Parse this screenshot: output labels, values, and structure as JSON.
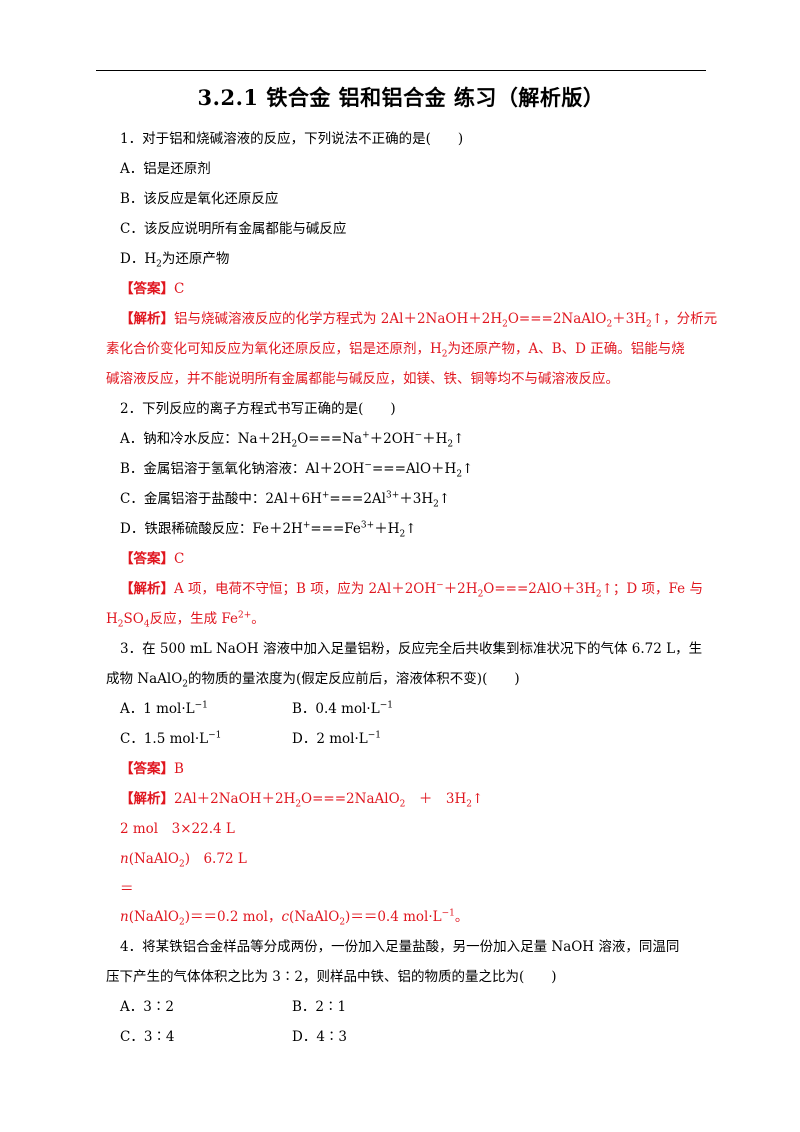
{
  "title": "3.2.1    铁合金   铝和铝合金   练习（解析版）",
  "q1": {
    "stem": "1．对于铝和烧碱溶液的反应，下列说法不正确的是(　　)",
    "a": "A．铝是还原剂",
    "b": "B．该反应是氧化还原反应",
    "c": "C．该反应说明所有金属都能与碱反应",
    "d_pre": "D．H",
    "d_sub": "2",
    "d_post": "为还原产物",
    "answer_label": "【答案】",
    "answer": "C",
    "exp_label": "【解析】",
    "exp_1a": "铝与烧碱溶液反应的化学方程式为 2Al＋2NaOH＋2H",
    "exp_1b": "O===2NaAlO",
    "exp_1c": "＋3H",
    "exp_1d": "↑，分析元",
    "exp_2a": "素化合价变化可知反应为氧化还原反应，铝是还原剂，H",
    "exp_2b": "为还原产物，A、B、D 正确。铝能与烧",
    "exp_3": "碱溶液反应，并不能说明所有金属都能与碱反应，如镁、铁、铜等均不与碱溶液反应。"
  },
  "q2": {
    "stem": "2．下列反应的离子方程式书写正确的是(　　)",
    "a1": "A．钠和冷水反应：Na＋2H",
    "a2": "O===Na",
    "a3": "＋2OH",
    "a4": "＋H",
    "a5": "↑",
    "b1": "B．金属铝溶于氢氧化钠溶液：Al＋2OH",
    "b2": "===AlO＋H",
    "b3": "↑",
    "c1": "C．金属铝溶于盐酸中：2Al＋6H",
    "c2": "===2Al",
    "c3": "＋3H",
    "c4": "↑",
    "d1": "D．铁跟稀硫酸反应：Fe＋2H",
    "d2": "===Fe",
    "d3": "＋H",
    "d4": "↑",
    "answer_label": "【答案】",
    "answer": "C",
    "exp_label": "【解析】",
    "exp_1a": "A 项，电荷不守恒；B 项，应为 2Al＋2OH",
    "exp_1b": "＋2H",
    "exp_1c": "O===2AlO＋3H",
    "exp_1d": "↑；D 项，Fe 与",
    "exp_2a": "H",
    "exp_2b": "SO",
    "exp_2c": "反应，生成 Fe",
    "exp_2d": "。"
  },
  "q3": {
    "stem_1": "3．在 500 mL NaOH 溶液中加入足量铝粉，反应完全后共收集到标准状况下的气体 6.72 L，生",
    "stem_2a": "成物 NaAlO",
    "stem_2b": "的物质的量浓度为(假定反应前后，溶液体积不变)(　　)",
    "a": "A．1 mol·L",
    "b": "B．0.4 mol·L",
    "c": "C．1.5 mol·L",
    "d": "D．2 mol·L",
    "answer_label": "【答案】",
    "answer": "B",
    "exp_label": "【解析】",
    "eq_a": "2Al＋2NaOH＋2H",
    "eq_b": "O===2NaAlO",
    "eq_c": "　＋　3H",
    "eq_d": "↑",
    "l2": "2 mol　3×22.4 L",
    "l3_n": "n",
    "l3_a": "(NaAlO",
    "l3_b": ")　6.72 L",
    "l4": "＝",
    "l5_n": "n",
    "l5_a": "(NaAlO",
    "l5_b": ")＝＝0.2 mol，",
    "l5_c": "c",
    "l5_d": "(NaAlO",
    "l5_e": ")＝＝0.4 mol·L",
    "l5_f": "。"
  },
  "q4": {
    "stem_1": "4．将某铁铝合金样品等分成两份，一份加入足量盐酸，另一份加入足量 NaOH 溶液，同温同",
    "stem_2": "压下产生的气体体积之比为 3∶2，则样品中铁、铝的物质的量之比为(　　)",
    "a": "A．3∶2",
    "b": "B．2∶1",
    "c": "C．3∶4",
    "d": "D．4∶3"
  },
  "common": {
    "two": "2",
    "plus": "+",
    "minus": "−",
    "neg1": "−1",
    "three_plus": "3+",
    "two_plus": "2+",
    "four": "4"
  },
  "colors": {
    "answer_red": "#e0161f",
    "text": "#000000"
  }
}
